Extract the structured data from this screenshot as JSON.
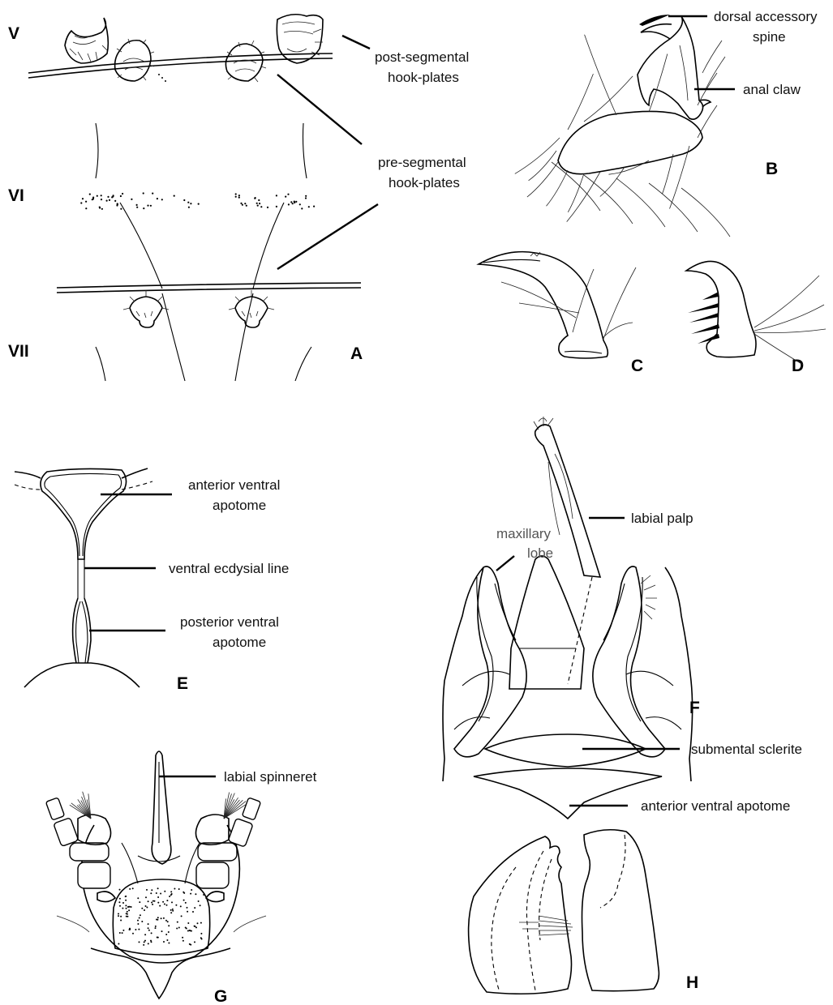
{
  "panels": {
    "A": {
      "letter": "A",
      "segments": [
        "V",
        "VI",
        "VII"
      ],
      "labels": {
        "post_segmental_1": "post-segmental",
        "post_segmental_2": "hook-plates",
        "pre_segmental_1": "pre-segmental",
        "pre_segmental_2": "hook-plates"
      }
    },
    "B": {
      "letter": "B",
      "labels": {
        "dorsal_accessory_1": "dorsal accessory",
        "dorsal_accessory_2": "spine",
        "anal_claw": "anal claw"
      }
    },
    "C": {
      "letter": "C"
    },
    "D": {
      "letter": "D"
    },
    "E": {
      "letter": "E",
      "labels": {
        "anterior_ventral_1": "anterior ventral",
        "anterior_ventral_2": "apotome",
        "ventral_ecdysial_line": "ventral ecdysial line",
        "posterior_ventral_1": "posterior ventral",
        "posterior_ventral_2": "apotome"
      }
    },
    "F": {
      "letter": "F",
      "labels": {
        "labial_palp": "labial palp",
        "maxillary_lobe_1": "maxillary",
        "maxillary_lobe_2": "lobe",
        "submental_sclerite": "submental sclerite",
        "anterior_ventral_apotome": "anterior ventral apotome"
      }
    },
    "G": {
      "letter": "G",
      "labels": {
        "labial_spinneret": "labial spinneret"
      }
    },
    "H": {
      "letter": "H"
    }
  }
}
